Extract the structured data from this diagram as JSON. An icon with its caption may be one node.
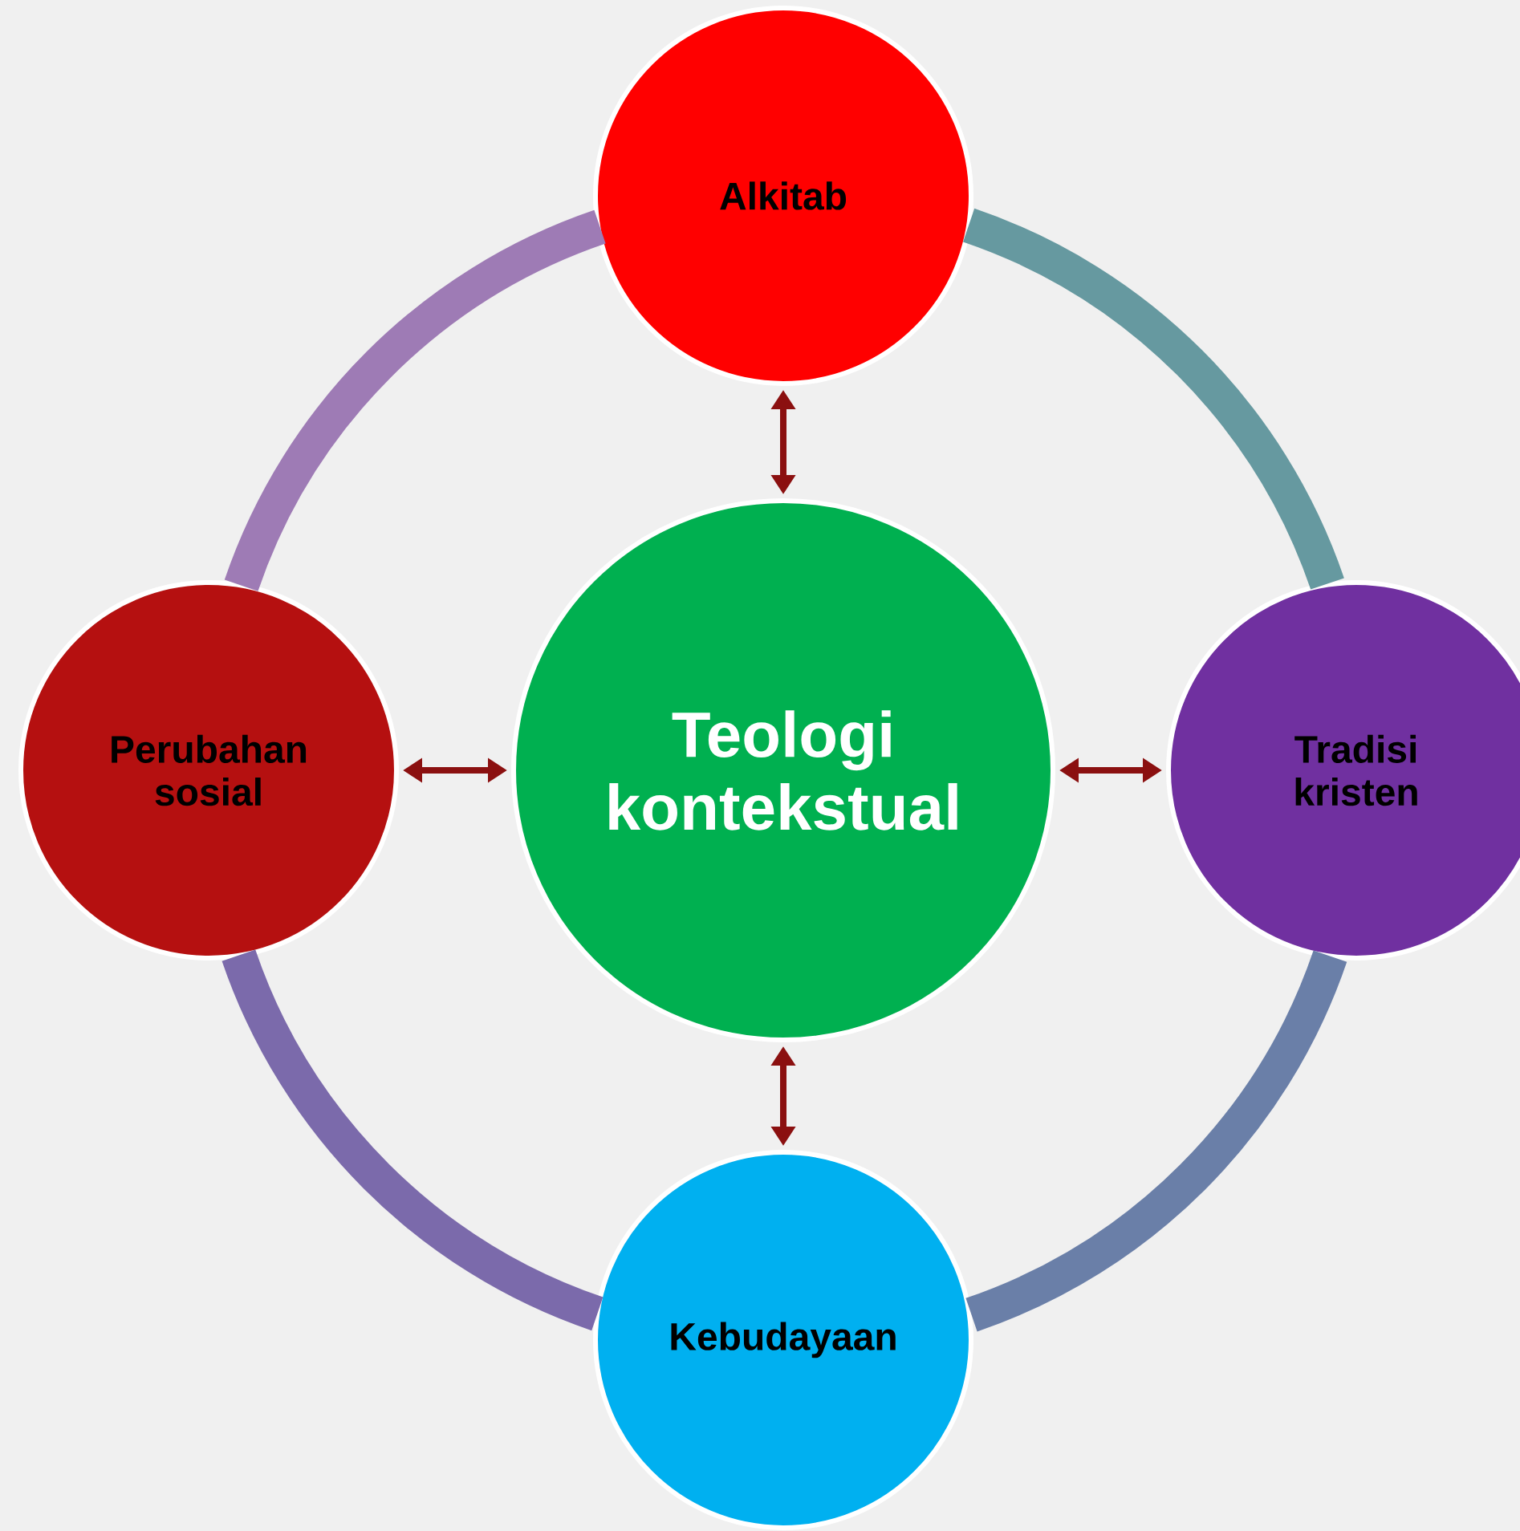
{
  "diagram": {
    "nodes": [
      {
        "text": [
          "Alkitab"
        ]
      },
      {
        "text": [
          "Perubahan sosial"
        ]
      },
      {
        "text": [
          "Teologi kontekstual"
        ]
      },
      {
        "text": [
          "Tradisi kristen"
        ]
      },
      {
        "text": [
          "Kebudayaan"
        ]
      }
    ],
    "edges": [
      {
        "from": 0,
        "to": 2,
        "arrow": "both",
        "color": "#8b1010"
      },
      {
        "from": 1,
        "to": 2,
        "arrow": "both",
        "color": "#8b1010"
      },
      {
        "from": 2,
        "to": 3,
        "arrow": "both",
        "color": "#8b1010"
      },
      {
        "from": 2,
        "to": 4,
        "arrow": "both",
        "color": "#8b1010"
      },
      {
        "from": 0,
        "to": 3,
        "arrow": "none",
        "style": "thick",
        "color": "#6699a0"
      },
      {
        "from": 3,
        "to": 4,
        "arrow": "none",
        "style": "thick",
        "color": "#6a7fa8"
      },
      {
        "from": 4,
        "to": 1,
        "arrow": "none",
        "style": "thick",
        "color": "#7b6aab"
      },
      {
        "from": 1,
        "to": 0,
        "arrow": "none",
        "style": "thick",
        "color": "#9e7bb5"
      }
    ]
  }
}
